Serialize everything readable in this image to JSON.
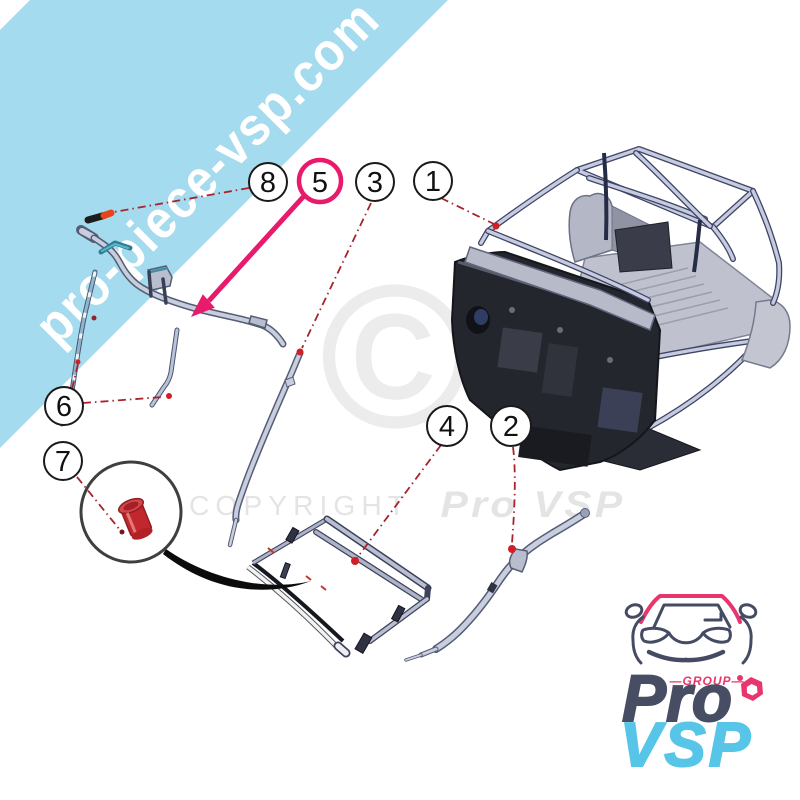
{
  "site_banner": {
    "text": "pro-piece-vsp.com",
    "band_color": "#a5dbee",
    "text_color": "#ffffff"
  },
  "watermark": {
    "copyright": "COPYRIGHT",
    "brand": "Pro VSP",
    "symbol": "©"
  },
  "callouts": {
    "c1": "1",
    "c2": "2",
    "c3": "3",
    "c4": "4",
    "c5": "5",
    "c6": "6",
    "c7": "7",
    "c8": "8"
  },
  "highlight": {
    "accent_pink": "#e81a6b",
    "leader_red": "#a8232b",
    "marker_red": "#d11f26"
  },
  "logo": {
    "group_label": "—GROUP—",
    "pro": "Pro",
    "vsp": "VSP",
    "pink": "#e8356d",
    "navy": "#474e63",
    "blue": "#56c5e8"
  }
}
